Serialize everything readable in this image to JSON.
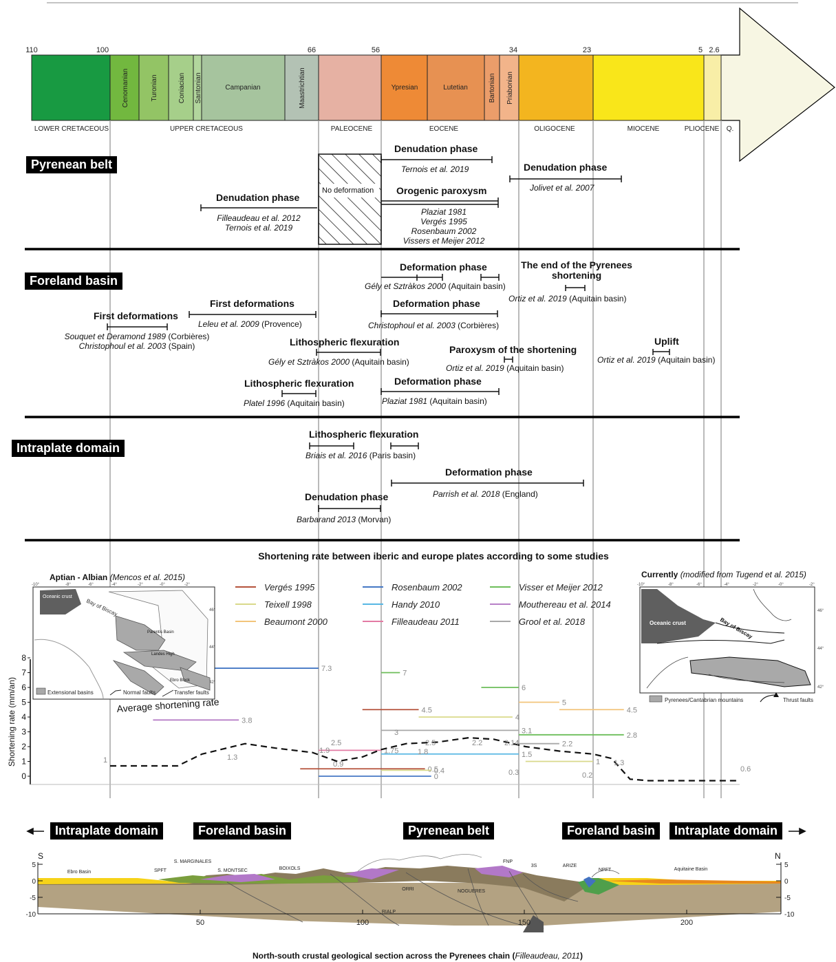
{
  "timeline": {
    "ticks": [
      "110",
      "100",
      "66",
      "56",
      "34",
      "23",
      "5",
      "2.6"
    ],
    "stages": [
      "Cenomanian",
      "Turonian",
      "Coniacian",
      "Santonian",
      "Campanian",
      "Maastrichtian",
      "Ypresian",
      "Lutetian",
      "Bartonian",
      "Priabonian"
    ],
    "epochs": [
      "LOWER CRETACEOUS",
      "UPPER CRETACEOUS",
      "PALEOCENE",
      "EOCENE",
      "OLIGOCENE",
      "MIOCENE",
      "PLIOCENE",
      "Q."
    ]
  },
  "pyrenean_belt": {
    "title": "Pyrenean belt",
    "no_deformation": "No deformation",
    "events": [
      {
        "title": "Denudation phase",
        "refs": [
          "Ternois et al. 2019"
        ]
      },
      {
        "title": "Denudation phase",
        "refs": [
          "Jolivet et al. 2007"
        ]
      },
      {
        "title": "Orogenic paroxysm",
        "refs": [
          "Plaziat 1981",
          "Vergés 1995",
          "Rosenbaum 2002",
          "Vissers et Meijer 2012"
        ]
      },
      {
        "title": "Denudation phase",
        "refs": [
          "Filleaudeau et al. 2012",
          "Ternois et al. 2019"
        ]
      }
    ]
  },
  "foreland_basin": {
    "title": "Foreland basin",
    "events": [
      {
        "title": "Deformation phase",
        "ref": "Gély et Sztràkos 2000",
        "note": "(Aquitain basin)"
      },
      {
        "title": "The end of the Pyrenees",
        "title2": "shortening",
        "ref": "Ortiz et al. 2019",
        "note": "(Aquitain basin)"
      },
      {
        "title": "First deformations",
        "ref": "Leleu et al. 2009",
        "note": "(Provence)"
      },
      {
        "title": "Deformation phase",
        "ref": "Christophoul et al. 2003",
        "note": "(Corbières)"
      },
      {
        "title": "First deformations",
        "ref": "Souquet et Deramond 1989",
        "note": "(Corbières)",
        "ref2": "Christophoul et al. 2003",
        "note2": "(Spain)"
      },
      {
        "title": "Lithospheric flexuration",
        "ref": "Gély et Sztràkos 2000",
        "note": "(Aquitain basin)"
      },
      {
        "title": "Paroxysm of the shortening",
        "ref": "Ortiz et al. 2019",
        "note": "(Aquitain basin)"
      },
      {
        "title": "Uplift",
        "ref": "Ortiz et al. 2019",
        "note": "(Aquitain basin)"
      },
      {
        "title": "Lithospheric flexuration",
        "ref": "Platel 1996",
        "note": "(Aquitain basin)"
      },
      {
        "title": "Deformation phase",
        "ref": "Plaziat 1981",
        "note": "(Aquitain basin)"
      }
    ]
  },
  "intraplate_domain": {
    "title": "Intraplate domain",
    "events": [
      {
        "title": "Lithospheric flexuration",
        "ref": "Briais et al. 2016",
        "note": "(Paris basin)"
      },
      {
        "title": "Deformation phase",
        "ref": "Parrish et al. 2018",
        "note": "(England)"
      },
      {
        "title": "Denudation phase",
        "ref": "Barbarand 2013",
        "note": "(Morvan)"
      }
    ]
  },
  "chart_data": {
    "type": "line",
    "title": "Shortening rate between iberic and europe plates according to some studies",
    "ylabel": "Shortening rate (mm/an)",
    "ylim": [
      0,
      8
    ],
    "yticks": [
      "0",
      "1",
      "2",
      "3",
      "4",
      "5",
      "6",
      "7",
      "8"
    ],
    "x_unit": "Ma",
    "series": [
      {
        "name": "Vergés 1995",
        "color": "#b5523b",
        "segments": [
          {
            "x0": 59,
            "x1": 50,
            "y": 4.5,
            "label": "4.5"
          },
          {
            "x0": 69,
            "x1": 49,
            "y": 0.5,
            "label": "0.5"
          }
        ]
      },
      {
        "name": "Teixell 1998",
        "color": "#d9d98a",
        "segments": [
          {
            "x0": 50,
            "x1": 35,
            "y": 4,
            "label": "4"
          },
          {
            "x0": 33,
            "x1": 23,
            "y": 1,
            "label": "1"
          },
          {
            "x0": 56,
            "x1": 48,
            "y": 0.4,
            "label": "0.4"
          }
        ]
      },
      {
        "name": "Beaumont 2000",
        "color": "#f2c47a",
        "segments": [
          {
            "x0": 34,
            "x1": 28,
            "y": 5,
            "label": "5"
          },
          {
            "x0": 28,
            "x1": 18,
            "y": 4.5,
            "label": "4.5"
          }
        ]
      },
      {
        "name": "Rosenbaum 2002",
        "color": "#4477c4",
        "segments": [
          {
            "x0": 83,
            "x1": 66,
            "y": 7.3,
            "label": "7.3"
          },
          {
            "x0": 66,
            "x1": 48,
            "y": 0,
            "label": "0"
          }
        ]
      },
      {
        "name": "Handy 2010",
        "color": "#57b7e4",
        "segments": [
          {
            "x0": 56,
            "x1": 34,
            "y": 1.5,
            "label": "1.5"
          }
        ]
      },
      {
        "name": "Filleaudeau 2011",
        "color": "#e37aa3",
        "segments": [
          {
            "x0": 66,
            "x1": 56,
            "y": 1.75,
            "label": "1.75"
          }
        ]
      },
      {
        "name": "Visser et Meijer 2012",
        "color": "#6cbd59",
        "segments": [
          {
            "x0": 56,
            "x1": 53,
            "y": 7,
            "label": "7"
          },
          {
            "x0": 40,
            "x1": 34,
            "y": 6,
            "label": "6"
          },
          {
            "x0": 34,
            "x1": 18,
            "y": 2.8,
            "label": "2.8"
          }
        ]
      },
      {
        "name": "Mouthereau et al. 2014",
        "color": "#b77fc7",
        "segments": [
          {
            "x0": 93,
            "x1": 79,
            "y": 3.8,
            "label": "3.8"
          }
        ]
      },
      {
        "name": "Grool et al. 2018",
        "color": "#a8a8a8",
        "segments": [
          {
            "x0": 56,
            "x1": 34,
            "y": 3.1,
            "label": "3.1"
          },
          {
            "x0": 34,
            "x1": 28,
            "y": 2.2,
            "label": "2.2"
          }
        ]
      }
    ],
    "average": {
      "name": "Average shortening rate",
      "x": [
        100,
        94,
        89,
        85,
        78,
        73,
        67,
        63,
        59,
        56,
        52,
        47,
        42,
        38,
        33,
        28,
        23,
        20,
        17,
        14,
        10,
        6,
        0
      ],
      "y": [
        0.7,
        0.7,
        0.7,
        1.5,
        2.2,
        1.9,
        1.6,
        1.0,
        1.3,
        1.8,
        2.2,
        2.3,
        2.6,
        2.5,
        2.0,
        1.7,
        1.5,
        1.2,
        -0.2,
        -0.3,
        -0.3,
        -0.3,
        -0.3
      ]
    },
    "extra_labels": [
      "1",
      "1.3",
      "1.9",
      "2.5",
      "0.9",
      "3",
      "2.5",
      "1.8",
      "2.2",
      "2.14",
      "1.3",
      "0.3",
      "0.2",
      "0.6"
    ]
  },
  "insets": {
    "left": {
      "title": "Aptian - Albian",
      "source": "(Mencos et al. 2015)",
      "legend": [
        "Extensional basins",
        "Normal faults",
        "Transfer faults"
      ],
      "labels": [
        "Oceanic crust",
        "Bay of Biscay",
        "Parentis Basin",
        "Landes High",
        "Ebro Block"
      ]
    },
    "right": {
      "title": "Currently",
      "source": "(modified from Tugend et al. 2015)",
      "legend": [
        "Pyrenees/Cantabrian mountains",
        "Thrust faults"
      ],
      "labels": [
        "Oceanic crust",
        "Bay of Biscay"
      ]
    }
  },
  "section": {
    "domains": [
      "Intraplate domain",
      "Foreland basin",
      "Pyrenean belt",
      "Foreland basin",
      "Intraplate domain"
    ],
    "south": "S",
    "north": "N",
    "labels": [
      "Ebro Basin",
      "SPFT",
      "S. MARGINALES",
      "S. MONTSEC",
      "BOIXOLS",
      "ORRI",
      "RIALP",
      "NOGUERES",
      "FNP",
      "3S",
      "ARIZE",
      "NPFT",
      "Aquitaine Basin"
    ],
    "yticks": [
      "5",
      "0",
      "-5",
      "-10"
    ],
    "xticks": [
      "50",
      "100",
      "150",
      "200"
    ],
    "caption": "North-south crustal geological section across the Pyrenees chain",
    "caption_source": "(Filleaudeau, 2011)"
  }
}
